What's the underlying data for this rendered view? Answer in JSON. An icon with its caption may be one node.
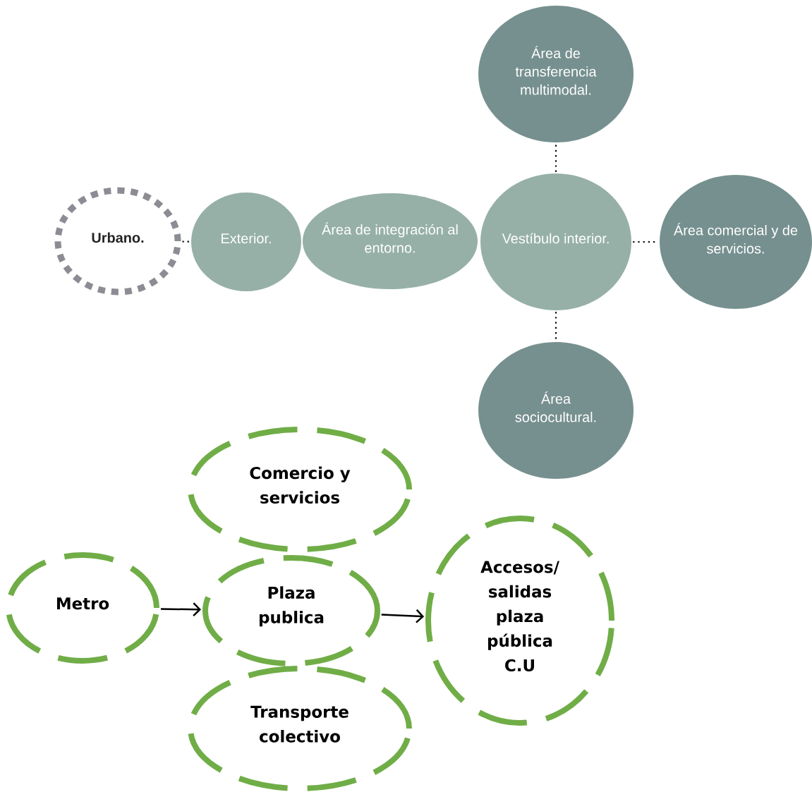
{
  "diagram": {
    "nodes": [
      {
        "text": [
          "Urbano."
        ]
      },
      {
        "text": [
          "Exterior."
        ]
      },
      {
        "text": [
          "Área de integración al entorno."
        ]
      },
      {
        "text": [
          "Vestíbulo interior."
        ]
      },
      {
        "text": [
          "Área de transferencia multimodal."
        ]
      },
      {
        "text": [
          "Área comercial y de servicios."
        ]
      },
      {
        "text": [
          "Área sociocultural."
        ]
      },
      {
        "text": [
          "Comercio y servicios"
        ]
      },
      {
        "text": [
          "Metro"
        ]
      },
      {
        "text": [
          "Plaza publica"
        ]
      },
      {
        "text": [
          "Accesos/ salidas plaza pública C.U"
        ]
      },
      {
        "text": [
          "Transporte colectivo"
        ]
      }
    ],
    "edges": [
      {
        "from": 0,
        "to": 1,
        "arrow": "none",
        "style": "dashed"
      },
      {
        "from": 3,
        "to": 4,
        "arrow": "none",
        "style": "dashed"
      },
      {
        "from": 3,
        "to": 5,
        "arrow": "none",
        "style": "dashed"
      },
      {
        "from": 3,
        "to": 6,
        "arrow": "none",
        "style": "dashed"
      },
      {
        "from": 8,
        "to": 9,
        "arrow": "to"
      },
      {
        "from": 9,
        "to": 10,
        "arrow": "to"
      }
    ]
  }
}
